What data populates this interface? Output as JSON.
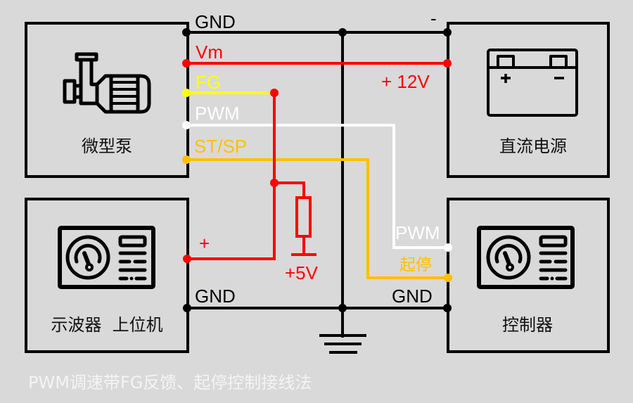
{
  "colors": {
    "background": "#d9d9d9",
    "gnd": "#000000",
    "vm": "#ff0000",
    "fg": "#ffff00",
    "pwm": "#ffffff",
    "st_sp": "#ffc000",
    "box_border": "#000000"
  },
  "devices": {
    "pump": {
      "label": "微型泵",
      "icon": "pump-motor-icon"
    },
    "power": {
      "label": "直流电源",
      "icon": "battery-icon",
      "plus": "+",
      "minus": "−"
    },
    "scope": {
      "label": "示波器  上位机",
      "icon": "meter-panel-icon"
    },
    "controller": {
      "label": "控制器",
      "icon": "meter-panel-icon"
    }
  },
  "wires": {
    "gnd_top": "GND",
    "vm": "Vm",
    "fg": "FG",
    "pwm": "PWM",
    "st_sp": "ST/SP",
    "power_minus": "-",
    "power_plus": "+ 12V",
    "scope_plus": "+",
    "pullup_voltage": "+5V",
    "scope_gnd": "GND",
    "controller_pwm": "PWM",
    "controller_start_stop": "起停",
    "controller_gnd": "GND"
  },
  "caption": "PWM调速带FG反馈、起停控制接线法"
}
